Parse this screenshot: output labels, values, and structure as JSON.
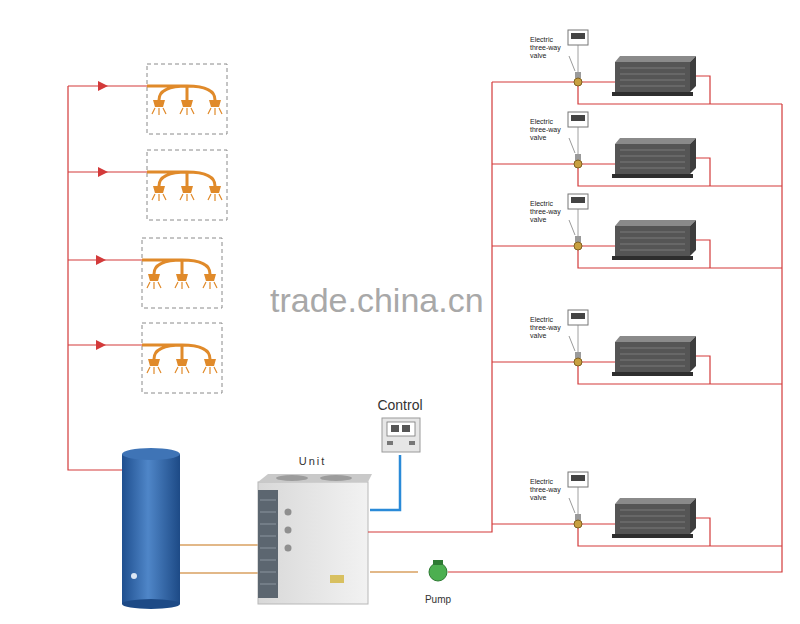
{
  "diagram": {
    "nodes": [
      {
        "text": [
          "Control"
        ]
      },
      {
        "text": [
          "Unit"
        ]
      },
      {
        "text": [
          "Pump"
        ]
      }
    ],
    "edges": [
      {
        "from": 0,
        "to": 1,
        "arrow": "none"
      },
      {
        "from": 1,
        "to": 2,
        "arrow": "none"
      }
    ],
    "labels": [
      "Electric three-way valve",
      "Electric three-way valve",
      "Electric three-way valve",
      "trade.china.cn",
      "Electric three-way valve",
      "Electric three-way valve"
    ]
  }
}
